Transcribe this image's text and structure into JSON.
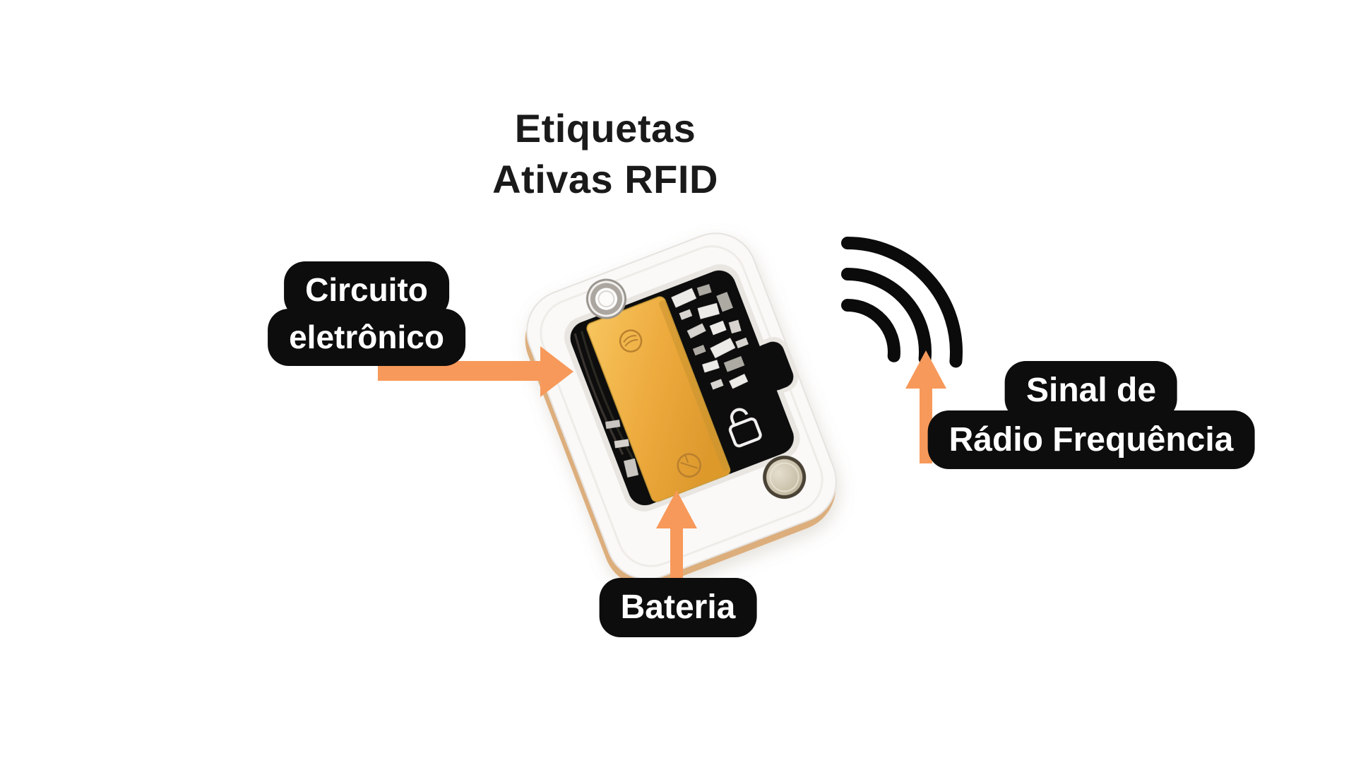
{
  "title": {
    "line1": "Etiquetas",
    "line2": "Ativas RFID"
  },
  "labels": {
    "circuit": {
      "line1": "Circuito",
      "line2": "eletrônico"
    },
    "battery": {
      "line1": "Bateria"
    },
    "signal": {
      "line1": "Sinal de",
      "line2": "Rádio Frequência"
    }
  },
  "icons": {
    "radio_waves": "radio-waves-icon",
    "circuit_arrow": "arrow-right-icon",
    "battery_arrow": "arrow-up-icon",
    "signal_arrow": "arrow-up-icon"
  },
  "colors": {
    "arrow_orange": "#F7995A",
    "label_background": "#0D0D0D",
    "label_text": "#FFFFFF",
    "title_text": "#1A1A1A",
    "wave_black": "#0B0B0B",
    "battery_gold": "#EDA93C",
    "tag_white": "#FAF9F8",
    "pcb_black": "#0E0D0C"
  }
}
